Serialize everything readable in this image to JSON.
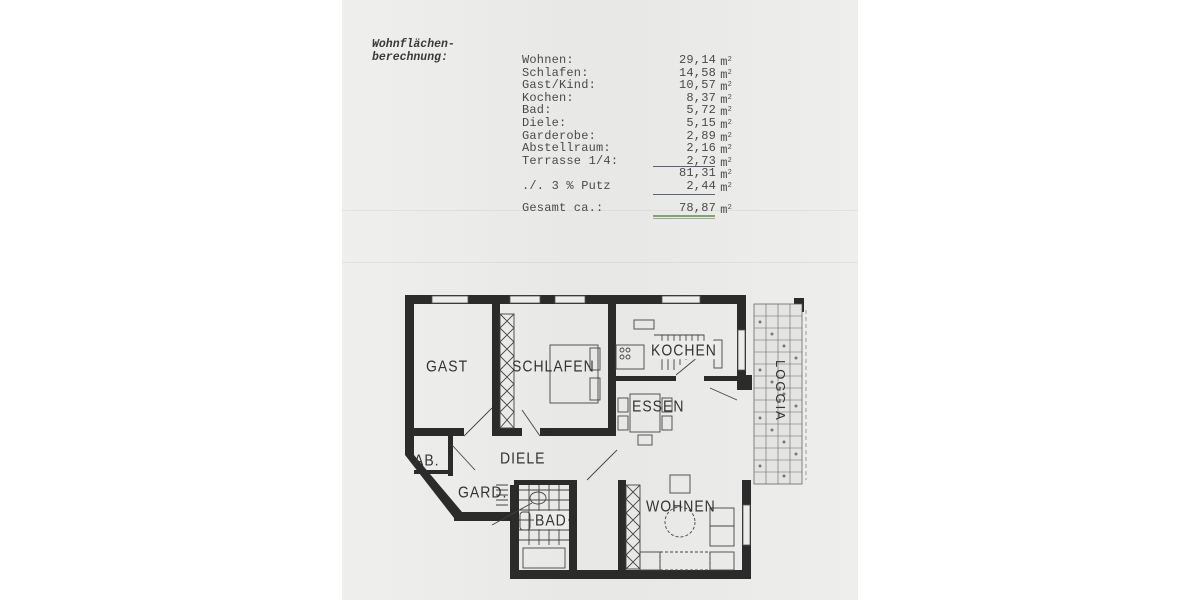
{
  "document": {
    "heading": "Wohnflächen-\nberechnung:",
    "unit": "m",
    "rows": [
      {
        "label": "Wohnen:",
        "value": "29,14"
      },
      {
        "label": "Schlafen:",
        "value": "14,58"
      },
      {
        "label": "Gast/Kind:",
        "value": "10,57"
      },
      {
        "label": "Kochen:",
        "value": "8,37"
      },
      {
        "label": "Bad:",
        "value": "5,72"
      },
      {
        "label": "Diele:",
        "value": "5,15"
      },
      {
        "label": "Garderobe:",
        "value": "2,89"
      },
      {
        "label": "Abstellraum:",
        "value": "2,16"
      },
      {
        "label": "Terrasse 1/4:",
        "value": "2,73"
      }
    ],
    "subtotal": {
      "label": "",
      "value": "81,31"
    },
    "deduction": {
      "label": "./. 3 % Putz",
      "value": "2,44"
    },
    "total": {
      "label": "Gesamt ca.:",
      "value": "78,87"
    }
  },
  "floorplan": {
    "rooms": {
      "gast": "GAST",
      "schlafen": "SCHLAFEN",
      "kochen": "KOCHEN",
      "essen": "ESSEN",
      "diele": "DIELE",
      "ab": "AB.",
      "gard": "GARD.",
      "bad": "BAD",
      "wohnen": "WOHNEN",
      "loggia": "LOGGIA"
    }
  }
}
